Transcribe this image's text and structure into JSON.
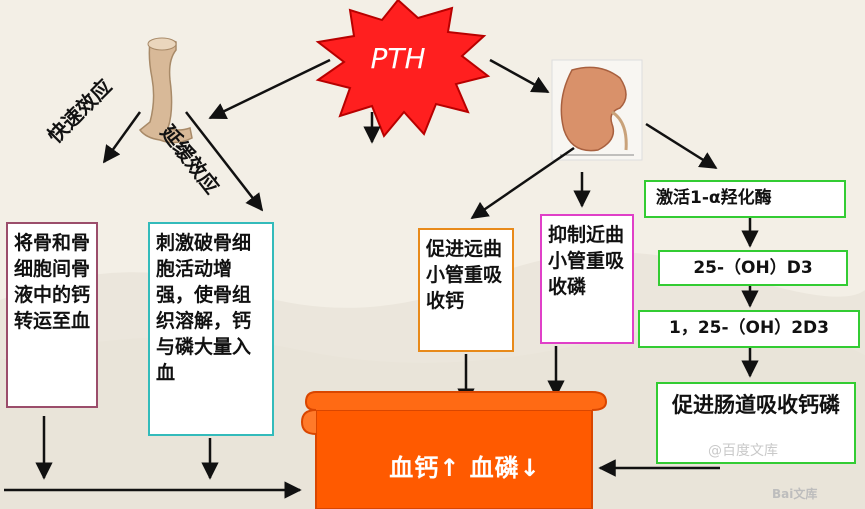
{
  "hormone": "PTH",
  "bone_effects": {
    "fast_label": "快速效应",
    "slow_label": "延缓效应"
  },
  "boxes": {
    "bone_fast": "将骨和骨细胞间骨液中的钙转运至血",
    "bone_slow": "刺激破骨细胞活动增强，使骨组织溶解，钙与磷大量入血",
    "kidney_ca": "促进远曲小管重吸收钙",
    "kidney_p": "抑制近曲小管重吸收磷",
    "vitd_1": "激活1-α羟化酶",
    "vitd_2": "25-（OH）D3",
    "vitd_3": "1，25-（OH）2D3",
    "vitd_4": "促进肠道吸收钙磷"
  },
  "result": "血钙↑ 血磷↓",
  "colors": {
    "starburst": "#ff1f1f",
    "result_scroll": "#ff5a00",
    "box_fast_border": "#9b4d6b",
    "box_slow_border": "#33bbbb",
    "box_kidney_ca_border": "#e88a1a",
    "box_kidney_p_border": "#e040c8",
    "box_vitd_border": "#33cc33",
    "arrow": "#111111"
  },
  "icons": [
    "bone-image",
    "kidney-image"
  ],
  "watermark": {
    "text_1": "@百度文库",
    "text_2": "Bai文库"
  }
}
